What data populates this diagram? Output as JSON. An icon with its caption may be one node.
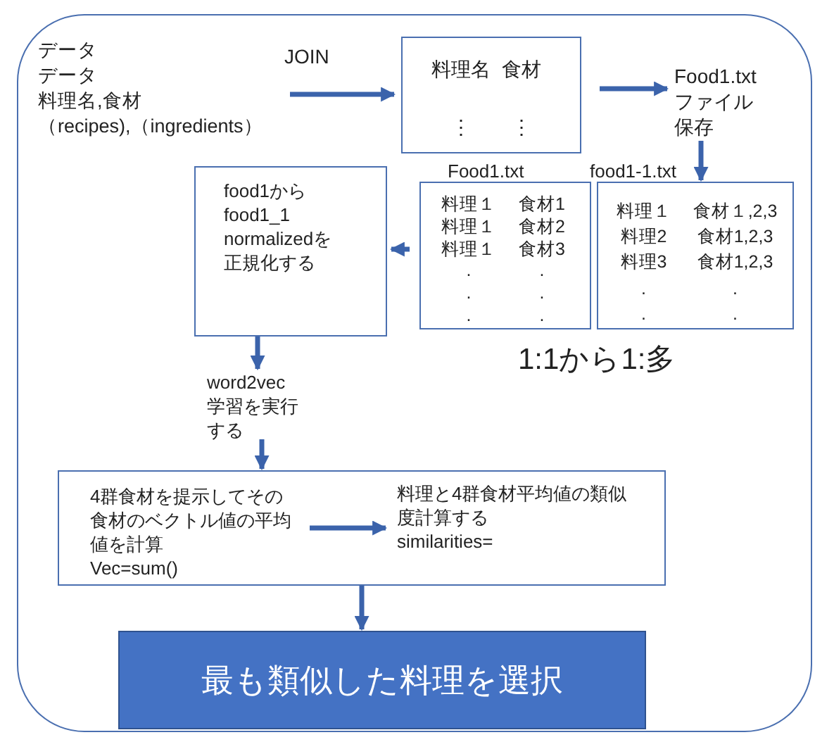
{
  "diagram": {
    "nodes": [
      {
        "text": [],
        "shape": "box"
      },
      {
        "text": [
          "データ",
          "データ",
          "料理名,食材",
          "（recipes),（ingredients）"
        ],
        "in": 0
      },
      {
        "text": [
          "料理名",
          "食材",
          "⋮",
          "⋮"
        ],
        "in": 0
      },
      {
        "text": [
          "Food1.txt",
          "ファイル",
          "保存"
        ],
        "in": 0
      },
      {
        "text": [
          "料理１",
          "食材1",
          "料理１",
          "食材2",
          "料理１",
          "食材3",
          ".",
          ".",
          ".",
          ".",
          ".",
          "."
        ],
        "beside": [
          "Food1.txt"
        ],
        "in": 0
      },
      {
        "text": [
          "料理１",
          "食材１,2,3",
          "料理2",
          "食材1,2,3",
          "料理3",
          "食材1,2,3",
          ".",
          ".",
          ".",
          "."
        ],
        "beside": [
          "food1-1.txt"
        ],
        "in": 0
      },
      {
        "text": [
          "food1から",
          "food1_1",
          "normalizedを",
          "正規化する"
        ],
        "in": 0
      },
      {
        "text": [
          "word2vec",
          "学習を実行",
          "する"
        ],
        "in": 0
      },
      {
        "text": [],
        "shape": "box",
        "in": 0
      },
      {
        "text": [
          "4群食材を提示してその食材のベクトル値の平均値を計算",
          "Vec=sum()"
        ],
        "in": 8
      },
      {
        "text": [
          "料理と4群食材平均値の類似度計算する",
          "similarities="
        ],
        "in": 8
      },
      {
        "text": [
          "最も類似した料理を選択"
        ],
        "in": 0
      }
    ],
    "edges": [
      {
        "from": 1,
        "to": 2,
        "arrow": "to",
        "label": "JOIN"
      },
      {
        "from": 2,
        "to": 3,
        "arrow": "to"
      },
      {
        "from": 3,
        "to": 5,
        "arrow": "to"
      },
      {
        "from": 4,
        "to": 6,
        "arrow": "to"
      },
      {
        "from": 6,
        "to": 7,
        "arrow": "to"
      },
      {
        "from": 7,
        "to": 8,
        "arrow": "to"
      },
      {
        "from": 9,
        "to": 10,
        "arrow": "to"
      },
      {
        "from": 8,
        "to": 11,
        "arrow": "to"
      }
    ],
    "labels": [
      "1:1から1:多"
    ]
  }
}
